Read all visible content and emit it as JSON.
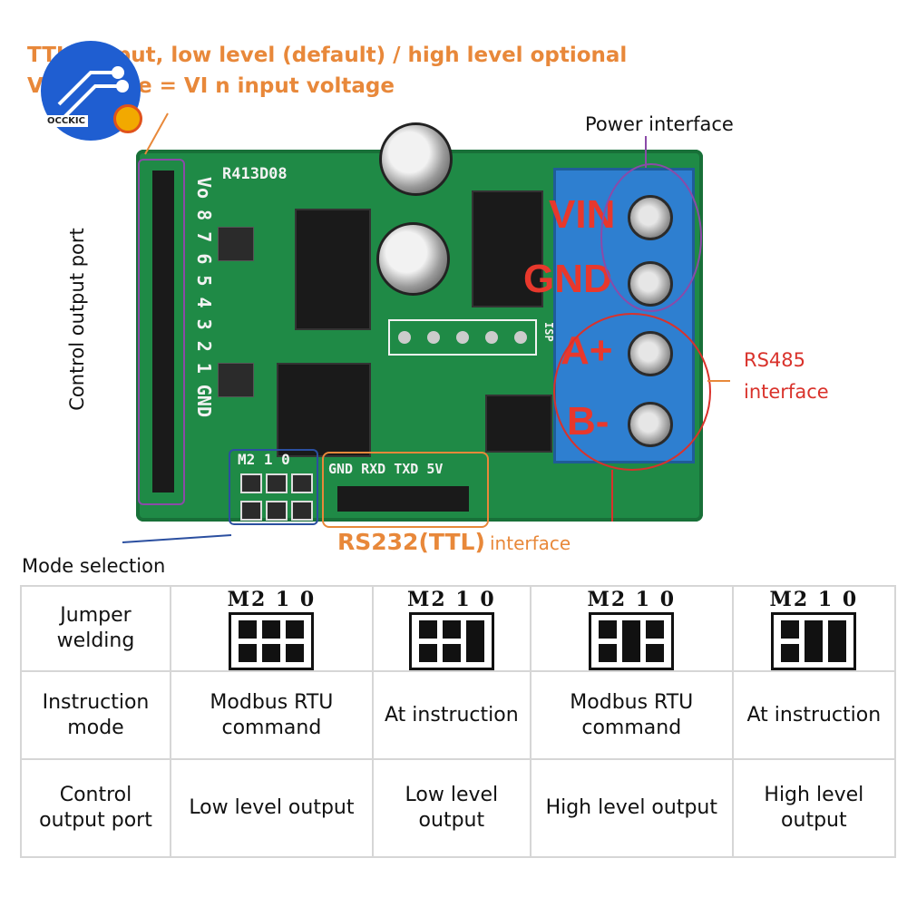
{
  "top_note": {
    "line1": "TTL output, low level (default) / high level optional",
    "line2": "Vo voltage = VI n input voltage"
  },
  "logo": {
    "brand": "OCCKIC"
  },
  "labels": {
    "power_interface": "Power interface",
    "control_output_port": "Control output port",
    "rs485": "RS485",
    "interface_word": "interface",
    "rs232": "RS232(TTL)",
    "mode_selection": "Mode selection"
  },
  "board": {
    "model": "R413D08",
    "pins_left": [
      "Vo",
      "8",
      "7",
      "6",
      "5",
      "4",
      "3",
      "2",
      "1",
      "GND"
    ],
    "mode_header": "M2 1 0",
    "ttl_header": "GND RXD TXD 5V",
    "isp": "ISP",
    "terminal_labels": [
      "VIN",
      "GND",
      "A+",
      "B-"
    ]
  },
  "table": {
    "rows": [
      {
        "header": "Jumper welding",
        "cells": [
          {
            "title": "M2 1 0",
            "pattern": "dots"
          },
          {
            "title": "M2 1 0",
            "pattern": "bar-right"
          },
          {
            "title": "M2 1 0",
            "pattern": "bar-middle"
          },
          {
            "title": "M2 1 0",
            "pattern": "bar-two"
          }
        ]
      },
      {
        "header": "Instruction mode",
        "cells": [
          "Modbus RTU command",
          "At instruction",
          "Modbus RTU command",
          "At instruction"
        ]
      },
      {
        "header": "Control output port",
        "cells": [
          "Low level output",
          "Low level output",
          "High level output",
          "High level output"
        ]
      }
    ]
  },
  "colors": {
    "accent": "#e8883a",
    "board": "#1f8a46",
    "terminal": "#2e7fd0",
    "annotation": "#d9322b",
    "purple": "#8b4aa8",
    "blue_box": "#2b4fa0"
  }
}
